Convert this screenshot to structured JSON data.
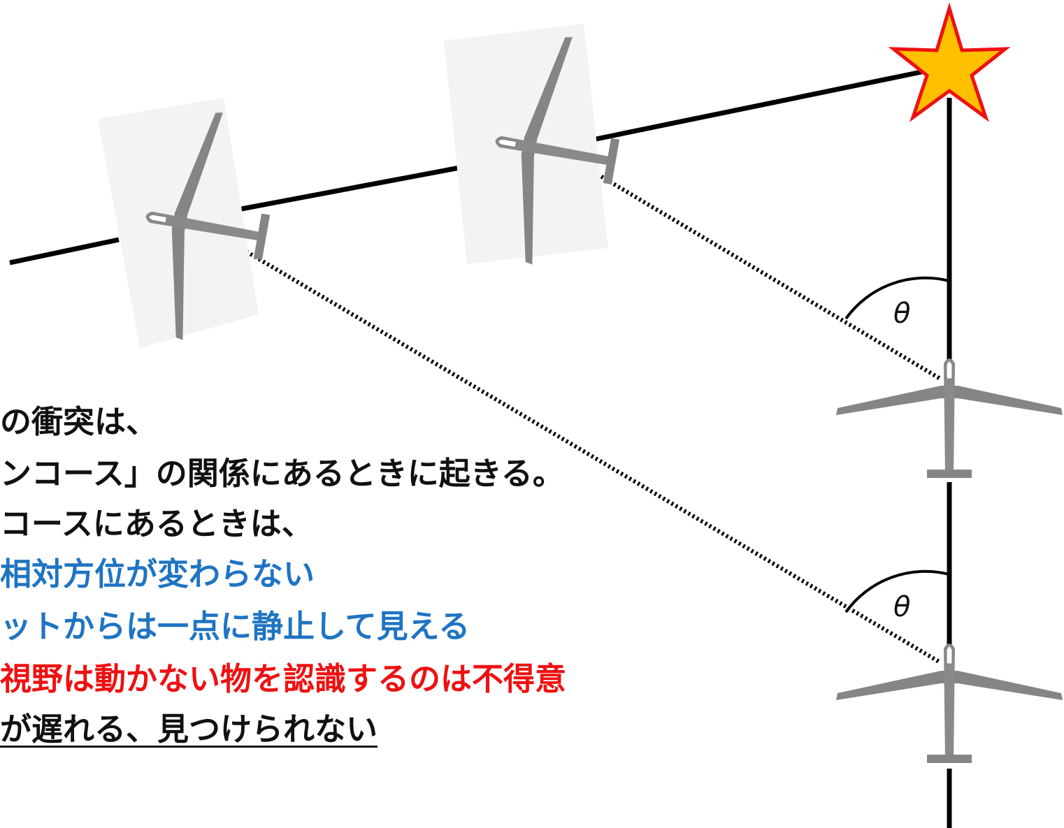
{
  "angles": {
    "theta_upper": "θ",
    "theta_lower": "θ"
  },
  "text": {
    "line1": "の衝突は、",
    "line2": "ンコース」の関係にあるときに起きる。",
    "line3": "コースにあるときは、",
    "line4": "相対方位が変わらない",
    "line5": "ットからは一点に静止して見える",
    "line6": "視野は動かない物を認識するのは不得意",
    "line7": "が遅れる、見つけられない"
  },
  "colors": {
    "black_text": "#111111",
    "blue_text": "#1f74c2",
    "red_text": "#ee1111",
    "star_fill": "#ffc000",
    "star_outline": "#ee1111",
    "glider_body": "#808080"
  },
  "icons": {
    "collision_point": "star-icon",
    "aircraft": "glider-icon"
  }
}
